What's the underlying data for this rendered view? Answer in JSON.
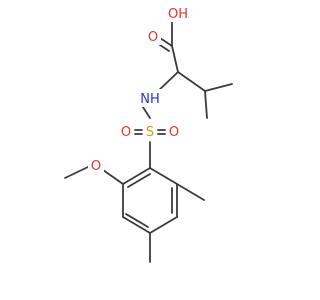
{
  "molecule": {
    "atoms": {
      "hydroxyl": "OH",
      "carbonyl_oxygen": "O",
      "amine": "NH",
      "sulfur": "S",
      "sulfonyl_oxygen_left": "O",
      "sulfonyl_oxygen_right": "O",
      "methoxy_oxygen": "O"
    },
    "colors": {
      "oxygen": "#e8332a",
      "nitrogen": "#2233dd",
      "sulfur": "#c8a600",
      "bond": "#3a3a3a"
    }
  }
}
